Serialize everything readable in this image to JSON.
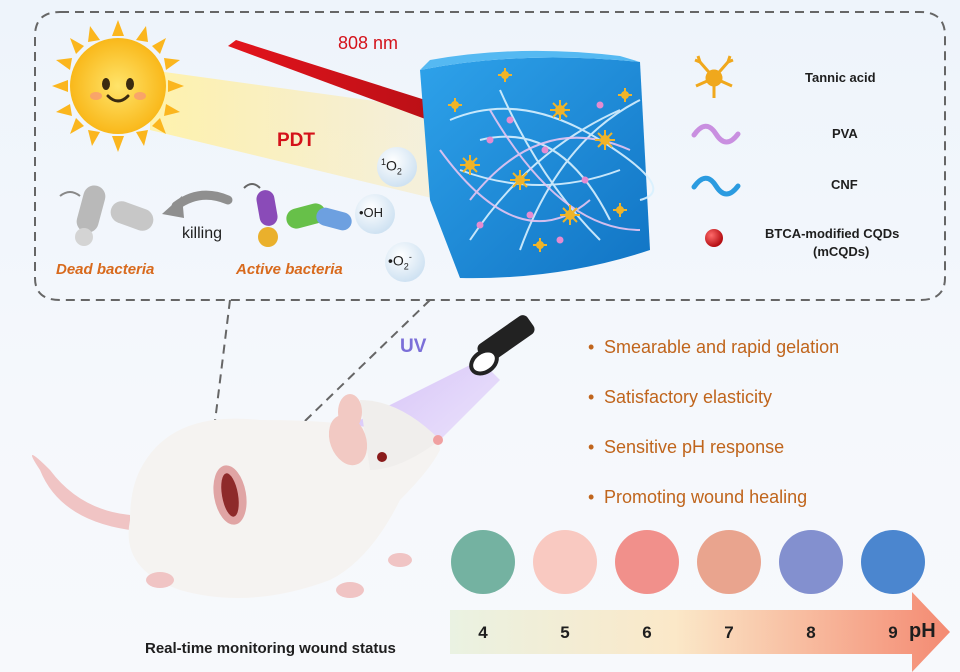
{
  "laser_label": "808 nm",
  "pdt_label": "PDT",
  "killing_label": "killing",
  "dead_bacteria_label": "Dead bacteria",
  "active_bacteria_label": "Active bacteria",
  "ros": {
    "singlet_oxygen": {
      "sup": "1",
      "main": "O",
      "sub": "2"
    },
    "hydroxyl": "•OH",
    "superoxide": {
      "main": "•O",
      "sub": "2",
      "sup": "-"
    }
  },
  "legend": [
    {
      "icon": "tannic-acid-icon",
      "label": "Tannic acid",
      "color": "#f0a81c"
    },
    {
      "icon": "pva-fiber-icon",
      "label": "PVA",
      "color": "#c98fe0"
    },
    {
      "icon": "cnf-fiber-icon",
      "label": "CNF",
      "color": "#2b9be0"
    },
    {
      "icon": "mcqd-sphere-icon",
      "label": "BTCA-modified CQDs",
      "label_line2": "(mCQDs)",
      "color": "#d0121a"
    }
  ],
  "uv_label": "UV",
  "features": [
    "Smearable and rapid gelation",
    "Satisfactory elasticity",
    "Sensitive pH response",
    "Promoting wound healing"
  ],
  "ph_scale": {
    "values": [
      "4",
      "5",
      "6",
      "7",
      "8",
      "9"
    ],
    "colors": [
      "#74b2a1",
      "#f9c9c1",
      "#f1908b",
      "#e9a48e",
      "#8390cf",
      "#4b86cf"
    ],
    "unit_label": "pH"
  },
  "caption": "Real-time monitoring wound status",
  "colors": {
    "feature_text": "#c0651c",
    "bacteria_label": "#d86a1d",
    "laser": "#d4121a",
    "uv": "#7b6fd8"
  }
}
